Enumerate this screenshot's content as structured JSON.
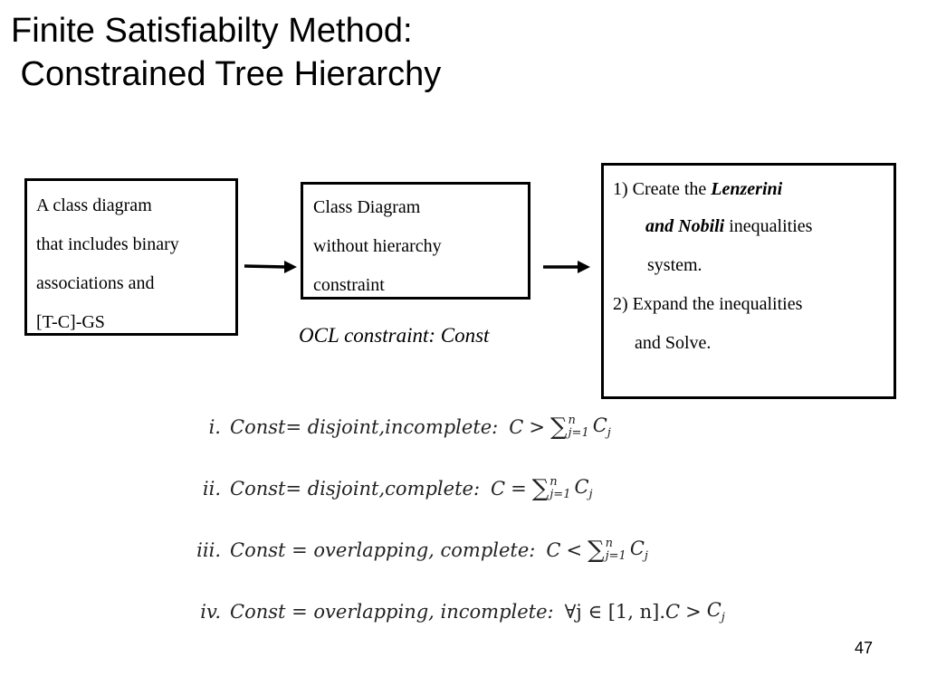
{
  "title": {
    "line1": "Finite Satisfiabilty Method:",
    "line2": " Constrained Tree Hierarchy"
  },
  "box1": {
    "lines": [
      "A class diagram",
      "that includes binary",
      "associations and",
      "[T-C]-GS"
    ]
  },
  "box2": {
    "lines": [
      "Class Diagram",
      "without hierarchy",
      "constraint"
    ]
  },
  "ocl_label": "OCL constraint: Const",
  "box3": {
    "line1_prefix": "1) Create the ",
    "line1_emph": "Lenzerini",
    "line2_emph": "and Nobili",
    "line2_rest": " inequalities",
    "line3": "system.",
    "line4": "2) Expand the  inequalities",
    "line5": "and Solve."
  },
  "formulas": [
    {
      "num": "i.",
      "text": "Const= disjoint,incomplete:",
      "lhs": "C",
      "op": ">",
      "rhs_type": "sum",
      "upper": "n",
      "lower": "j=1",
      "term": "C",
      "sub": "j"
    },
    {
      "num": "ii.",
      "text": "Const= disjoint,complete:",
      "lhs": "C",
      "op": "=",
      "rhs_type": "sum",
      "upper": "n",
      "lower": "j=1",
      "term": "C",
      "sub": "j"
    },
    {
      "num": "iii.",
      "text": "Const = overlapping, complete:",
      "lhs": "C",
      "op": "<",
      "rhs_type": "sum",
      "upper": "n",
      "lower": "j=1",
      "term": "C",
      "sub": "j"
    },
    {
      "num": "iv.",
      "text": "Const = overlapping, incomplete:",
      "quantifier": "∀j ∈ [1, n].",
      "lhs": "C",
      "op": ">",
      "rhs_type": "plain",
      "term": "C",
      "sub": "j"
    }
  ],
  "page_number": "47"
}
